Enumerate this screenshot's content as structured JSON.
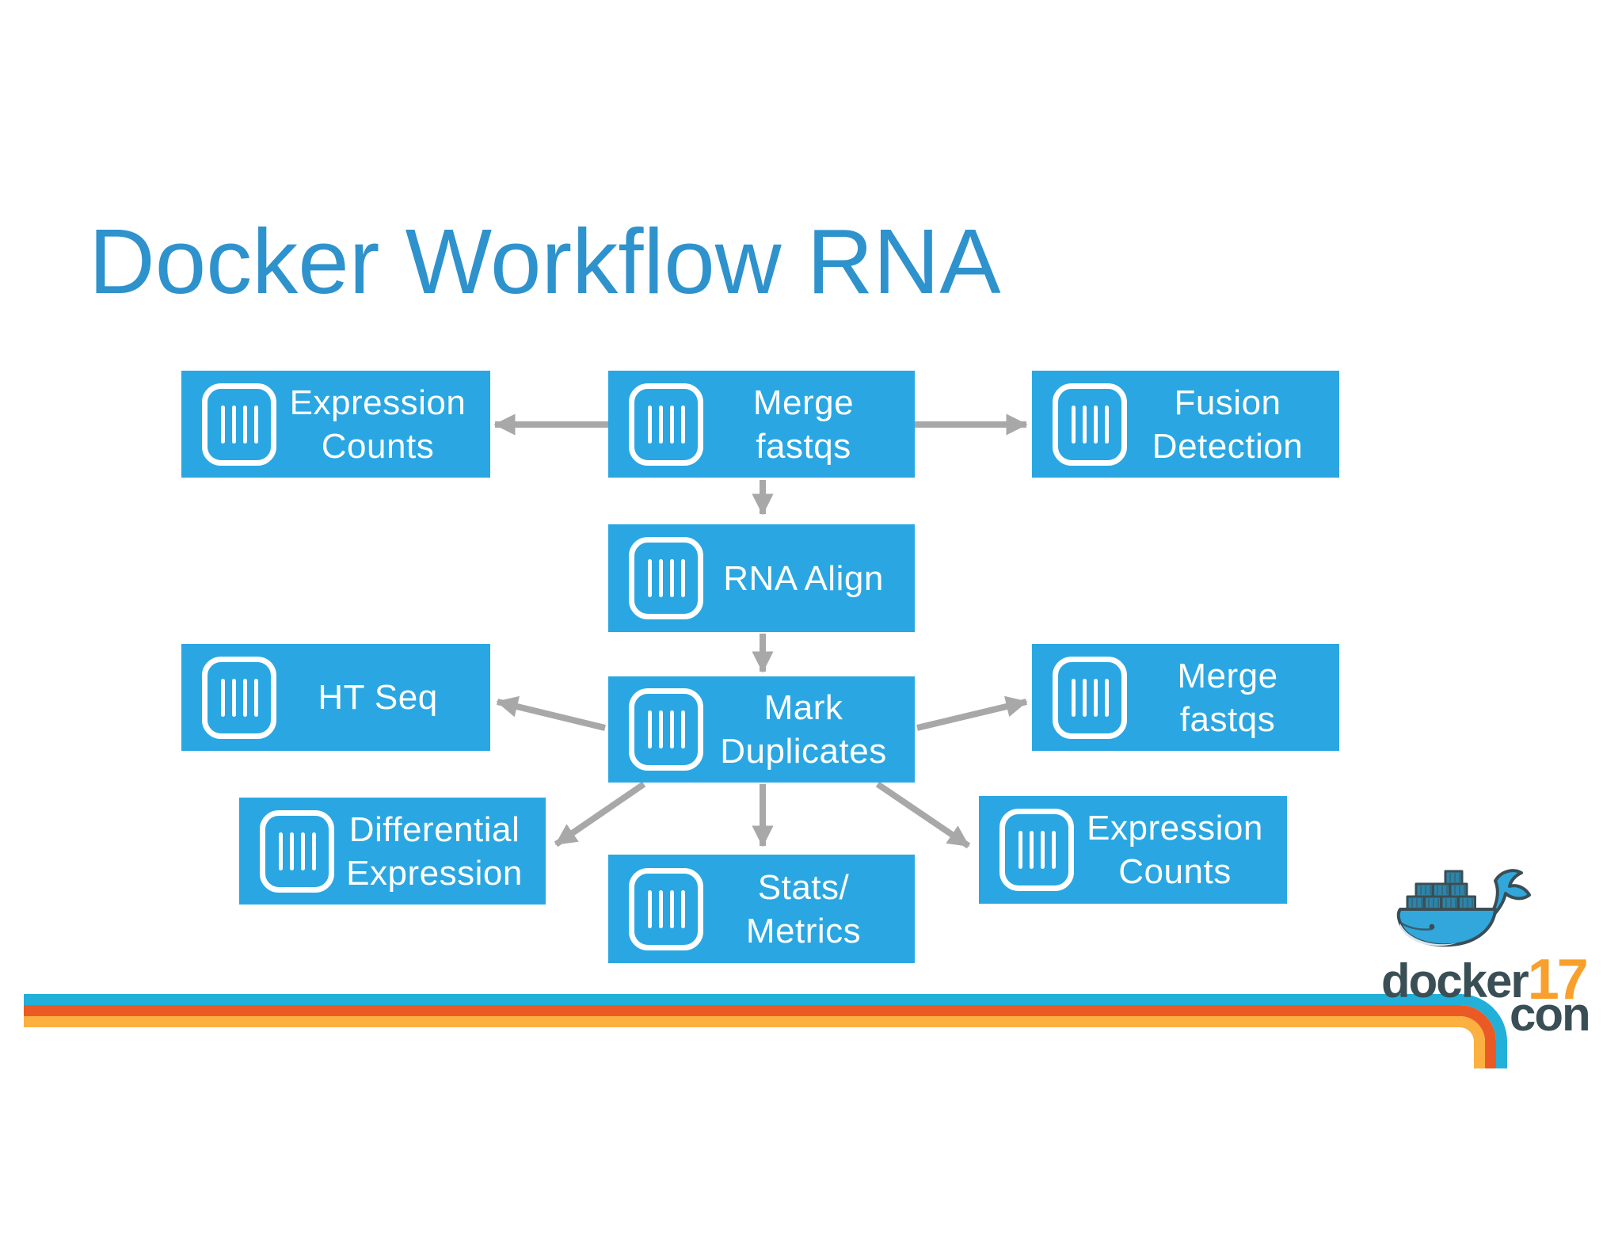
{
  "slide": {
    "title": "Docker Workflow RNA"
  },
  "diagram": {
    "nodes": [
      {
        "id": "expression-counts-top",
        "label": "Expression\nCounts"
      },
      {
        "id": "merge-fastqs-top",
        "label": "Merge\nfastqs"
      },
      {
        "id": "fusion-detection",
        "label": "Fusion\nDetection"
      },
      {
        "id": "rna-align",
        "label": "RNA Align"
      },
      {
        "id": "ht-seq",
        "label": "HT Seq"
      },
      {
        "id": "mark-duplicates",
        "label": "Mark\nDuplicates"
      },
      {
        "id": "merge-fastqs-right",
        "label": "Merge\nfastqs"
      },
      {
        "id": "differential-expression",
        "label": "Differential\nExpression"
      },
      {
        "id": "stats-metrics",
        "label": "Stats/\nMetrics"
      },
      {
        "id": "expression-counts-bottom",
        "label": "Expression\nCounts"
      }
    ],
    "edges": [
      "merge-fastqs-top -> expression-counts-top",
      "merge-fastqs-top -> fusion-detection",
      "merge-fastqs-top -> rna-align",
      "rna-align -> mark-duplicates",
      "mark-duplicates -> ht-seq",
      "mark-duplicates -> merge-fastqs-right",
      "mark-duplicates -> differential-expression",
      "mark-duplicates -> stats-metrics",
      "mark-duplicates -> expression-counts-bottom"
    ]
  },
  "logo": {
    "brand": "docker",
    "year": "17",
    "suffix": "con"
  },
  "colors": {
    "title": "#2e92cd",
    "node": "#2aa7e2",
    "nodeText": "#ffffff",
    "arrow": "#a8a8a8",
    "stripeBlue": "#22b0d9",
    "stripeOrange": "#eb5a24",
    "stripeYellow": "#fcb03f",
    "logoDark": "#3a4e55",
    "logoOrange": "#f8a02b",
    "whaleBody": "#31a7dc",
    "whaleContainer": "#2e84a8",
    "whaleBelly": "#d3e8f2"
  }
}
